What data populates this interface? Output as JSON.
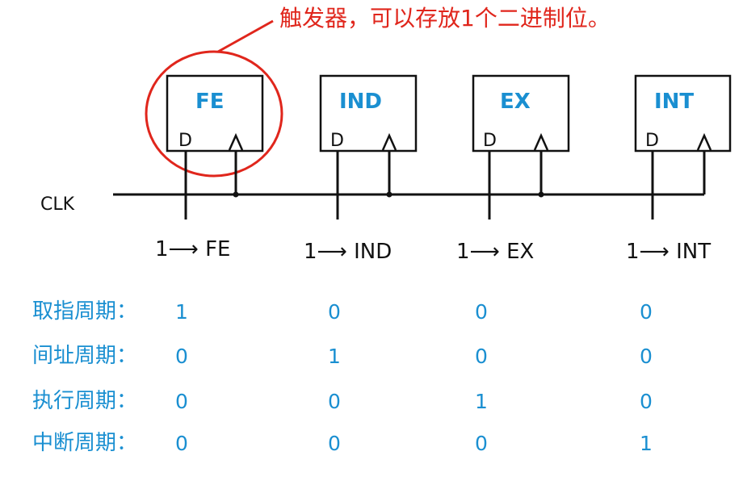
{
  "annotation": "触发器，可以存放1个二进制位。",
  "clock_label": "CLK",
  "flip_flops": [
    {
      "name": "FE",
      "pin": "D",
      "set_label": "1⟶ FE"
    },
    {
      "name": "IND",
      "pin": "D",
      "set_label": "1⟶ IND"
    },
    {
      "name": "EX",
      "pin": "D",
      "set_label": "1⟶ EX"
    },
    {
      "name": "INT",
      "pin": "D",
      "set_label": "1⟶ INT"
    }
  ],
  "table": {
    "rows": [
      {
        "label": "取指周期：",
        "values": [
          "1",
          "0",
          "0",
          "0"
        ]
      },
      {
        "label": "间址周期：",
        "values": [
          "0",
          "1",
          "0",
          "0"
        ]
      },
      {
        "label": "执行周期：",
        "values": [
          "0",
          "0",
          "1",
          "0"
        ]
      },
      {
        "label": "中断周期：",
        "values": [
          "0",
          "0",
          "0",
          "1"
        ]
      }
    ]
  },
  "colors": {
    "accent": "#1a8fd1",
    "annotation": "#e0261c",
    "lines": "#111111"
  }
}
